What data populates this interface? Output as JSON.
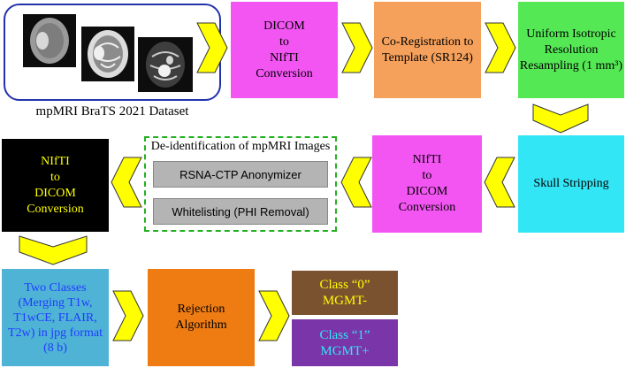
{
  "dataset": {
    "caption": "mpMRI BraTS 2021 Dataset"
  },
  "row1": {
    "dicom_to_nifti": [
      "DICOM",
      "to",
      "NIfTI",
      "Conversion"
    ],
    "coregistration": [
      "Co-Registration to",
      "Template (SR124)"
    ],
    "resampling": [
      "Uniform Isotropic",
      "Resolution",
      "Resampling (1 mm³)"
    ]
  },
  "row2": {
    "skull_stripping": [
      "Skull Stripping"
    ],
    "nifti_to_dicom_right": [
      "NIfTI",
      "to",
      "DICOM",
      "Conversion"
    ],
    "deid": {
      "title": "De-identification of mpMRI Images",
      "items": [
        "RSNA-CTP Anonymizer",
        "Whitelisting (PHI Removal)"
      ]
    },
    "nifti_to_dicom_left": [
      "NIfTI",
      "to",
      "DICOM",
      "Conversion"
    ]
  },
  "row3": {
    "two_classes": [
      "Two Classes",
      "(Merging T1w,",
      "T1wCE, FLAIR,",
      "T2w) in jpg format",
      "(8 b)"
    ],
    "rejection": [
      "Rejection",
      "Algorithm"
    ],
    "class0": [
      "Class “0”",
      "MGMT-"
    ],
    "class1": [
      "Class “1”",
      "MGMT+"
    ]
  },
  "colors": {
    "arrow": "#ffff00",
    "magenta": "#f355f3",
    "orange": "#f5a15c",
    "green": "#55e855",
    "cyan": "#33e6f5",
    "black": "#000000",
    "blue_box": "#4fb3d6",
    "rejection": "#ee7c12",
    "class0": "#7a5230",
    "class1": "#7a35a8",
    "deid_border": "#22b022",
    "deid_item": "#b4b4b4"
  },
  "icons": {
    "arrow": "yellow-chevron-arrow",
    "scan": "brain-mri-slice"
  }
}
